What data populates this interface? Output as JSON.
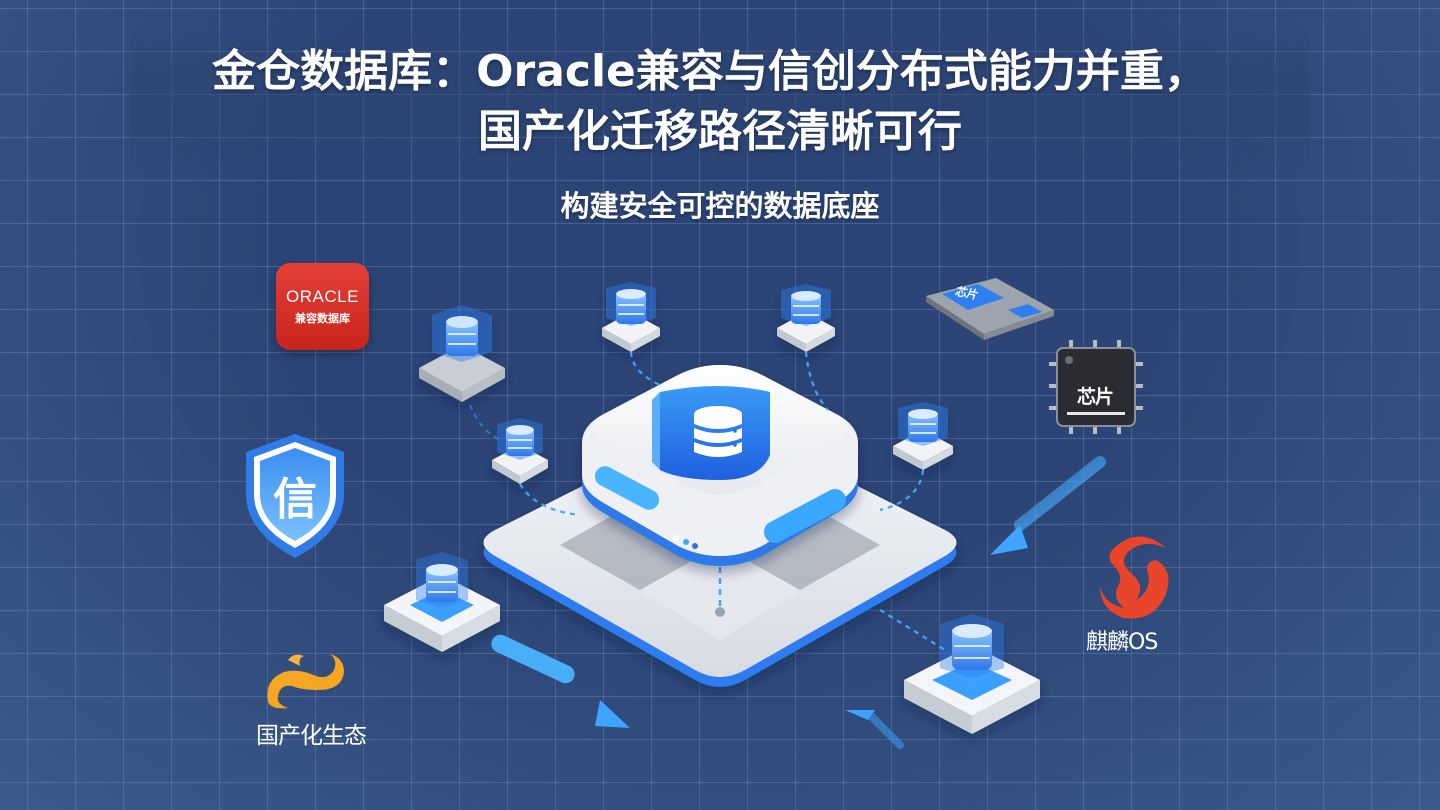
{
  "title": {
    "line1": "金仓数据库：Oracle兼容与信创分布式能力并重，",
    "line2": "国产化迁移路径清晰可行"
  },
  "subtitle": "构建安全可控的数据底座",
  "logos": {
    "oracle": {
      "brand": "ORACLE",
      "tag": "兼容数据库",
      "color": "#d7302a"
    },
    "shield": {
      "glyph": "信",
      "color": "#3b8ef0"
    },
    "phoenix": {
      "label": "国产化生态",
      "color": "#f5a623"
    },
    "kylin": {
      "label": "麒麟OS",
      "color": "#e8452a"
    },
    "board": {
      "label": "芯片"
    },
    "chip": {
      "label": "芯片"
    }
  },
  "diagram": {
    "center_icon": "database-icon",
    "nodes": [
      {
        "id": "node-top-left",
        "type": "db-node"
      },
      {
        "id": "node-top-center",
        "type": "db-node"
      },
      {
        "id": "node-top-right",
        "type": "db-node"
      },
      {
        "id": "node-mid-left",
        "type": "db-node"
      },
      {
        "id": "node-mid-right",
        "type": "db-node"
      },
      {
        "id": "node-bottom-left",
        "type": "db-node"
      },
      {
        "id": "node-bottom-right",
        "type": "db-node"
      }
    ],
    "colors": {
      "background": "#2c4576",
      "grid": "#8caad7",
      "accent": "#2f7cf0",
      "accent_light": "#4db0ff",
      "platform": "#e9ecf1"
    }
  }
}
